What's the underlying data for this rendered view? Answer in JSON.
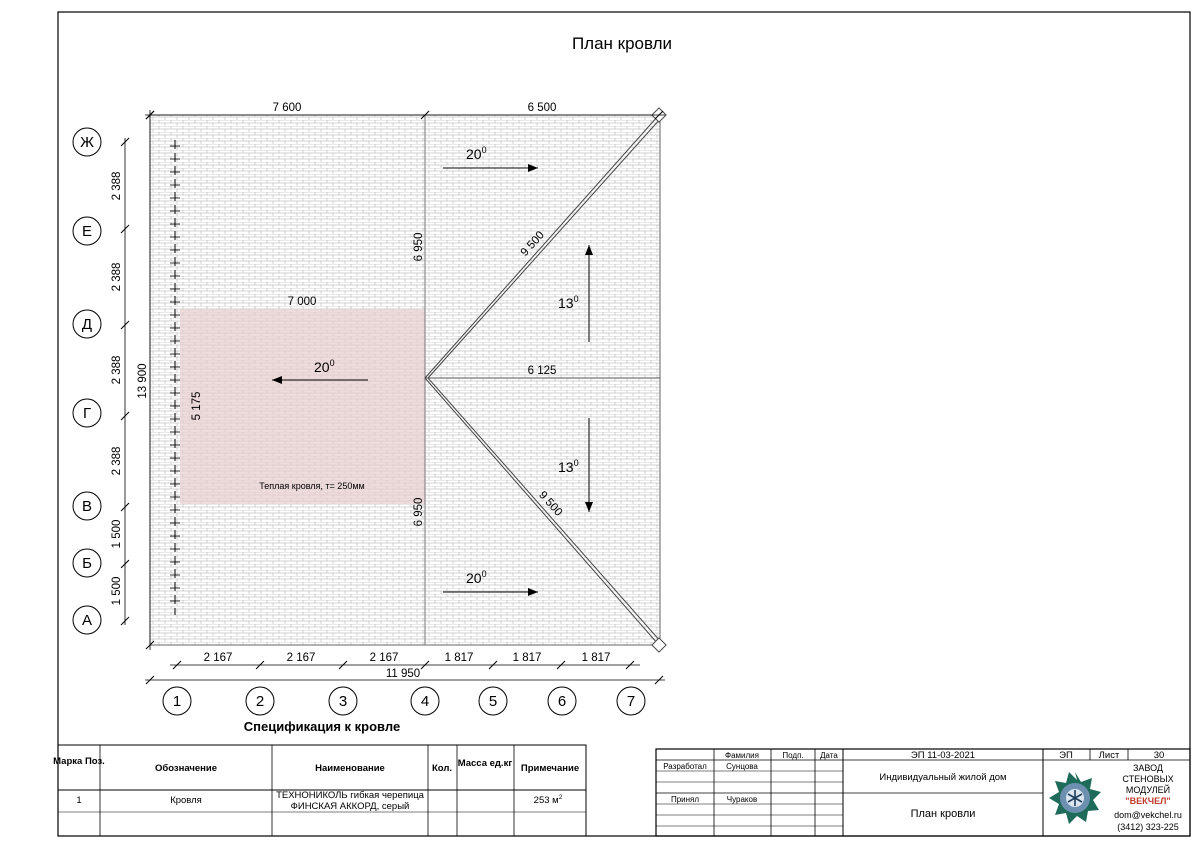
{
  "title": "План кровли",
  "roof": {
    "dims_top": [
      "7 600",
      "6 500"
    ],
    "dim_inner_top": "7 000",
    "dim_ridge": "6 125",
    "dim_hip_top": "9 500",
    "dim_hip_bottom": "9 500",
    "dims_vertical_mid": [
      "6 950",
      "6 950"
    ],
    "dim_warm_height": "5 175",
    "dim_total_height": "13 900",
    "dims_left": [
      "2 388",
      "2 388",
      "2 388",
      "2 388",
      "1 500",
      "1 500"
    ],
    "dims_bottom": [
      "2 167",
      "2 167",
      "2 167",
      "1 817",
      "1 817",
      "1 817"
    ],
    "dim_total_width": "11 950",
    "slopes": [
      {
        "value": "20",
        "sup": "0"
      },
      {
        "value": "20",
        "sup": "0"
      },
      {
        "value": "20",
        "sup": "0"
      },
      {
        "value": "13",
        "sup": "0"
      },
      {
        "value": "13",
        "sup": "0"
      }
    ],
    "warm_roof_label": "Теплая кровля, т= 250мм",
    "axes_rows": [
      "Ж",
      "Е",
      "Д",
      "Г",
      "В",
      "Б",
      "А"
    ],
    "axes_cols": [
      "1",
      "2",
      "3",
      "4",
      "5",
      "6",
      "7"
    ],
    "colors": {
      "warm_zone": "#e8cfcf",
      "tile": "#9a9a9a"
    }
  },
  "spec": {
    "title": "Спецификация к кровле",
    "headers": [
      "Марка Поз.",
      "Обозначение",
      "Наименование",
      "Кол.",
      "Масса ед.кг",
      "Примечание"
    ],
    "rows": [
      {
        "mark": "1",
        "designation": "Кровля",
        "name_line1": "ТЕХНОНИКОЛЬ гибкая черепица",
        "name_line2": "ФИНСКАЯ АККОРД, серый",
        "qty": "",
        "mass": "",
        "note": "253 м",
        "note_sup": "2"
      }
    ]
  },
  "stamp": {
    "col_surname": "Фамилия",
    "col_sign": "Подп.",
    "col_date": "Дата",
    "code": "ЭП 11-03-2021",
    "stage_label": "ЭП",
    "sheet_label": "Лист",
    "sheet_no": "30",
    "dev_role": "Разработал",
    "dev_name": "Сунцова",
    "acc_role": "Принял",
    "acc_name": "Чураков",
    "project": "Индивидуальный жилой дом",
    "drawing": "План кровли",
    "company": [
      "ЗАВОД",
      "СТЕНОВЫХ",
      "МОДУЛЕЙ"
    ],
    "brand": "\"ВЕКЧЕЛ\"",
    "email": "dom@vekchel.ru",
    "phone": "(3412) 323-225"
  }
}
